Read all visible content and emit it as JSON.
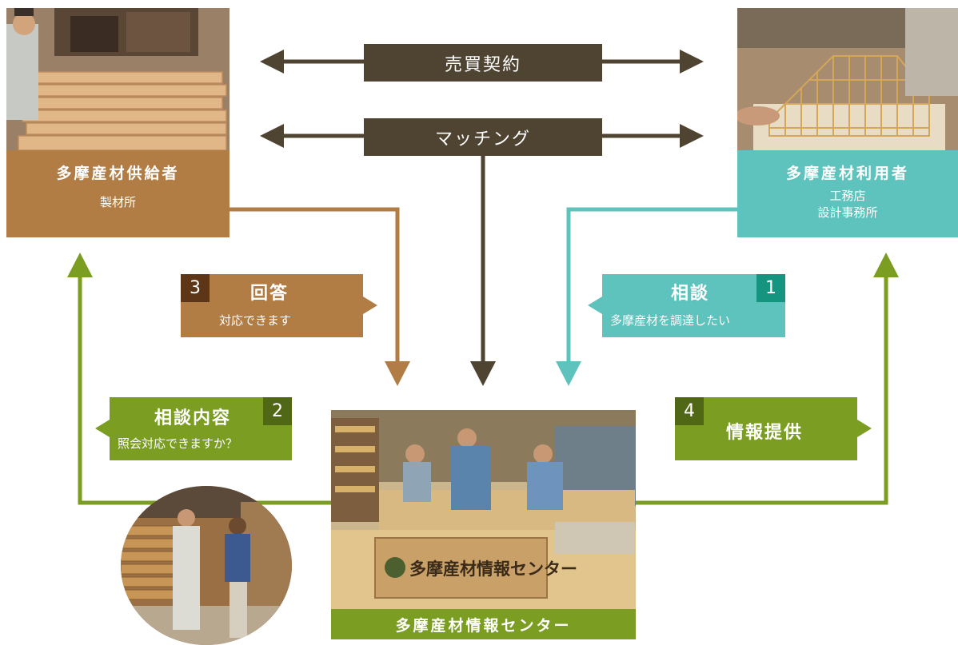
{
  "supplier": {
    "title": "多摩産材供給者",
    "subtitle": "製材所"
  },
  "user": {
    "title": "多摩産材利用者",
    "subtitle_lines": [
      "工務店",
      "設計事務所"
    ]
  },
  "center": {
    "caption": "多摩産材情報センター",
    "sign_text": "多摩産材情報センター"
  },
  "bars": {
    "contract": "売買契約",
    "matching": "マッチング"
  },
  "steps": [
    {
      "number": "1",
      "title": "相談",
      "subtitle": "多摩産材を調達したい"
    },
    {
      "number": "2",
      "title": "相談内容",
      "subtitle": "照会対応できますか？"
    },
    {
      "number": "3",
      "title": "回答",
      "subtitle": "対応できます"
    },
    {
      "number": "4",
      "title": "情報提供",
      "subtitle": ""
    }
  ],
  "colors": {
    "brown": "#b17d44",
    "teal": "#5ec2bd",
    "green": "#7a9d22",
    "dark": "#4f4332",
    "green_dark": "#506716",
    "teal_dark": "#15957f",
    "brown_dark": "#5d3617"
  }
}
